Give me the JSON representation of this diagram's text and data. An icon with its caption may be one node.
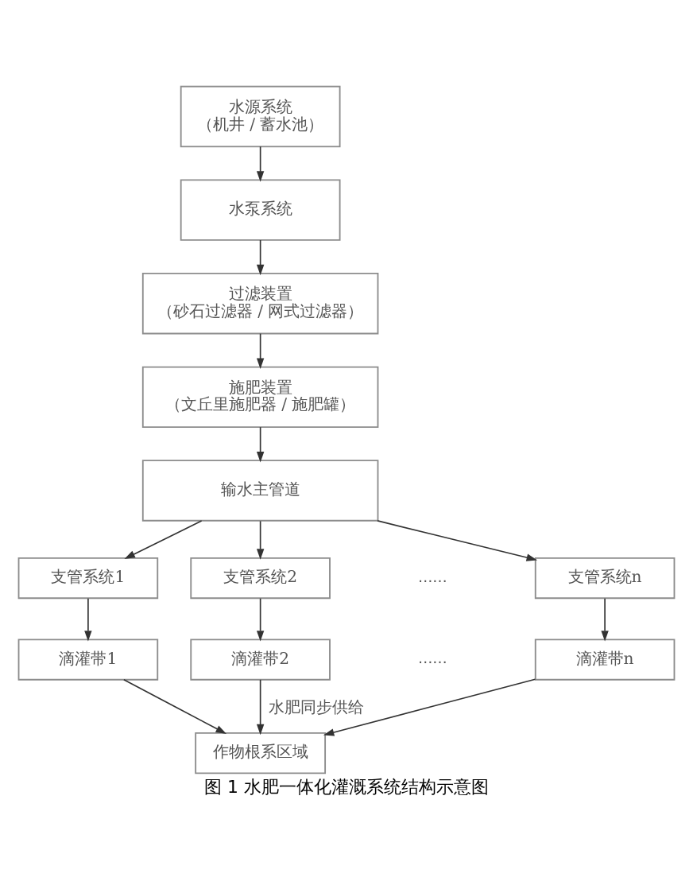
{
  "diagram": {
    "caption": "图 1 水肥一体化灌溉系统结构示意图",
    "nodes": [
      {
        "text": [
          "水源系统",
          "（机井 / 蓄水池）"
        ]
      },
      {
        "text": [
          "水泵系统"
        ]
      },
      {
        "text": [
          "过滤装置",
          "（砂石过滤器 / 网式过滤器）"
        ]
      },
      {
        "text": [
          "施肥装置",
          "（文丘里施肥器 / 施肥罐）"
        ]
      },
      {
        "text": [
          "输水主管道"
        ]
      },
      {
        "text": [
          "支管系统1"
        ]
      },
      {
        "text": [
          "支管系统2"
        ]
      },
      {
        "text": [
          "支管系统n"
        ]
      },
      {
        "text": [
          "滴灌带1"
        ]
      },
      {
        "text": [
          "滴灌带2"
        ]
      },
      {
        "text": [
          "滴灌带n"
        ]
      },
      {
        "text": [
          "作物根系区域"
        ]
      }
    ],
    "edges": [
      {
        "from": 0,
        "to": 1,
        "arrow": "to"
      },
      {
        "from": 1,
        "to": 2,
        "arrow": "to"
      },
      {
        "from": 2,
        "to": 3,
        "arrow": "to"
      },
      {
        "from": 3,
        "to": 4,
        "arrow": "to"
      },
      {
        "from": 4,
        "to": 5,
        "arrow": "to"
      },
      {
        "from": 4,
        "to": 6,
        "arrow": "to"
      },
      {
        "from": 4,
        "to": 7,
        "arrow": "to"
      },
      {
        "from": 5,
        "to": 8,
        "arrow": "to"
      },
      {
        "from": 6,
        "to": 9,
        "arrow": "to"
      },
      {
        "from": 7,
        "to": 10,
        "arrow": "to"
      },
      {
        "from": 8,
        "to": 11,
        "arrow": "to"
      },
      {
        "from": 9,
        "to": 11,
        "arrow": "to",
        "label": "水肥同步供给"
      },
      {
        "from": 10,
        "to": 11,
        "arrow": "to"
      }
    ],
    "labels": [
      "……",
      "……"
    ]
  }
}
